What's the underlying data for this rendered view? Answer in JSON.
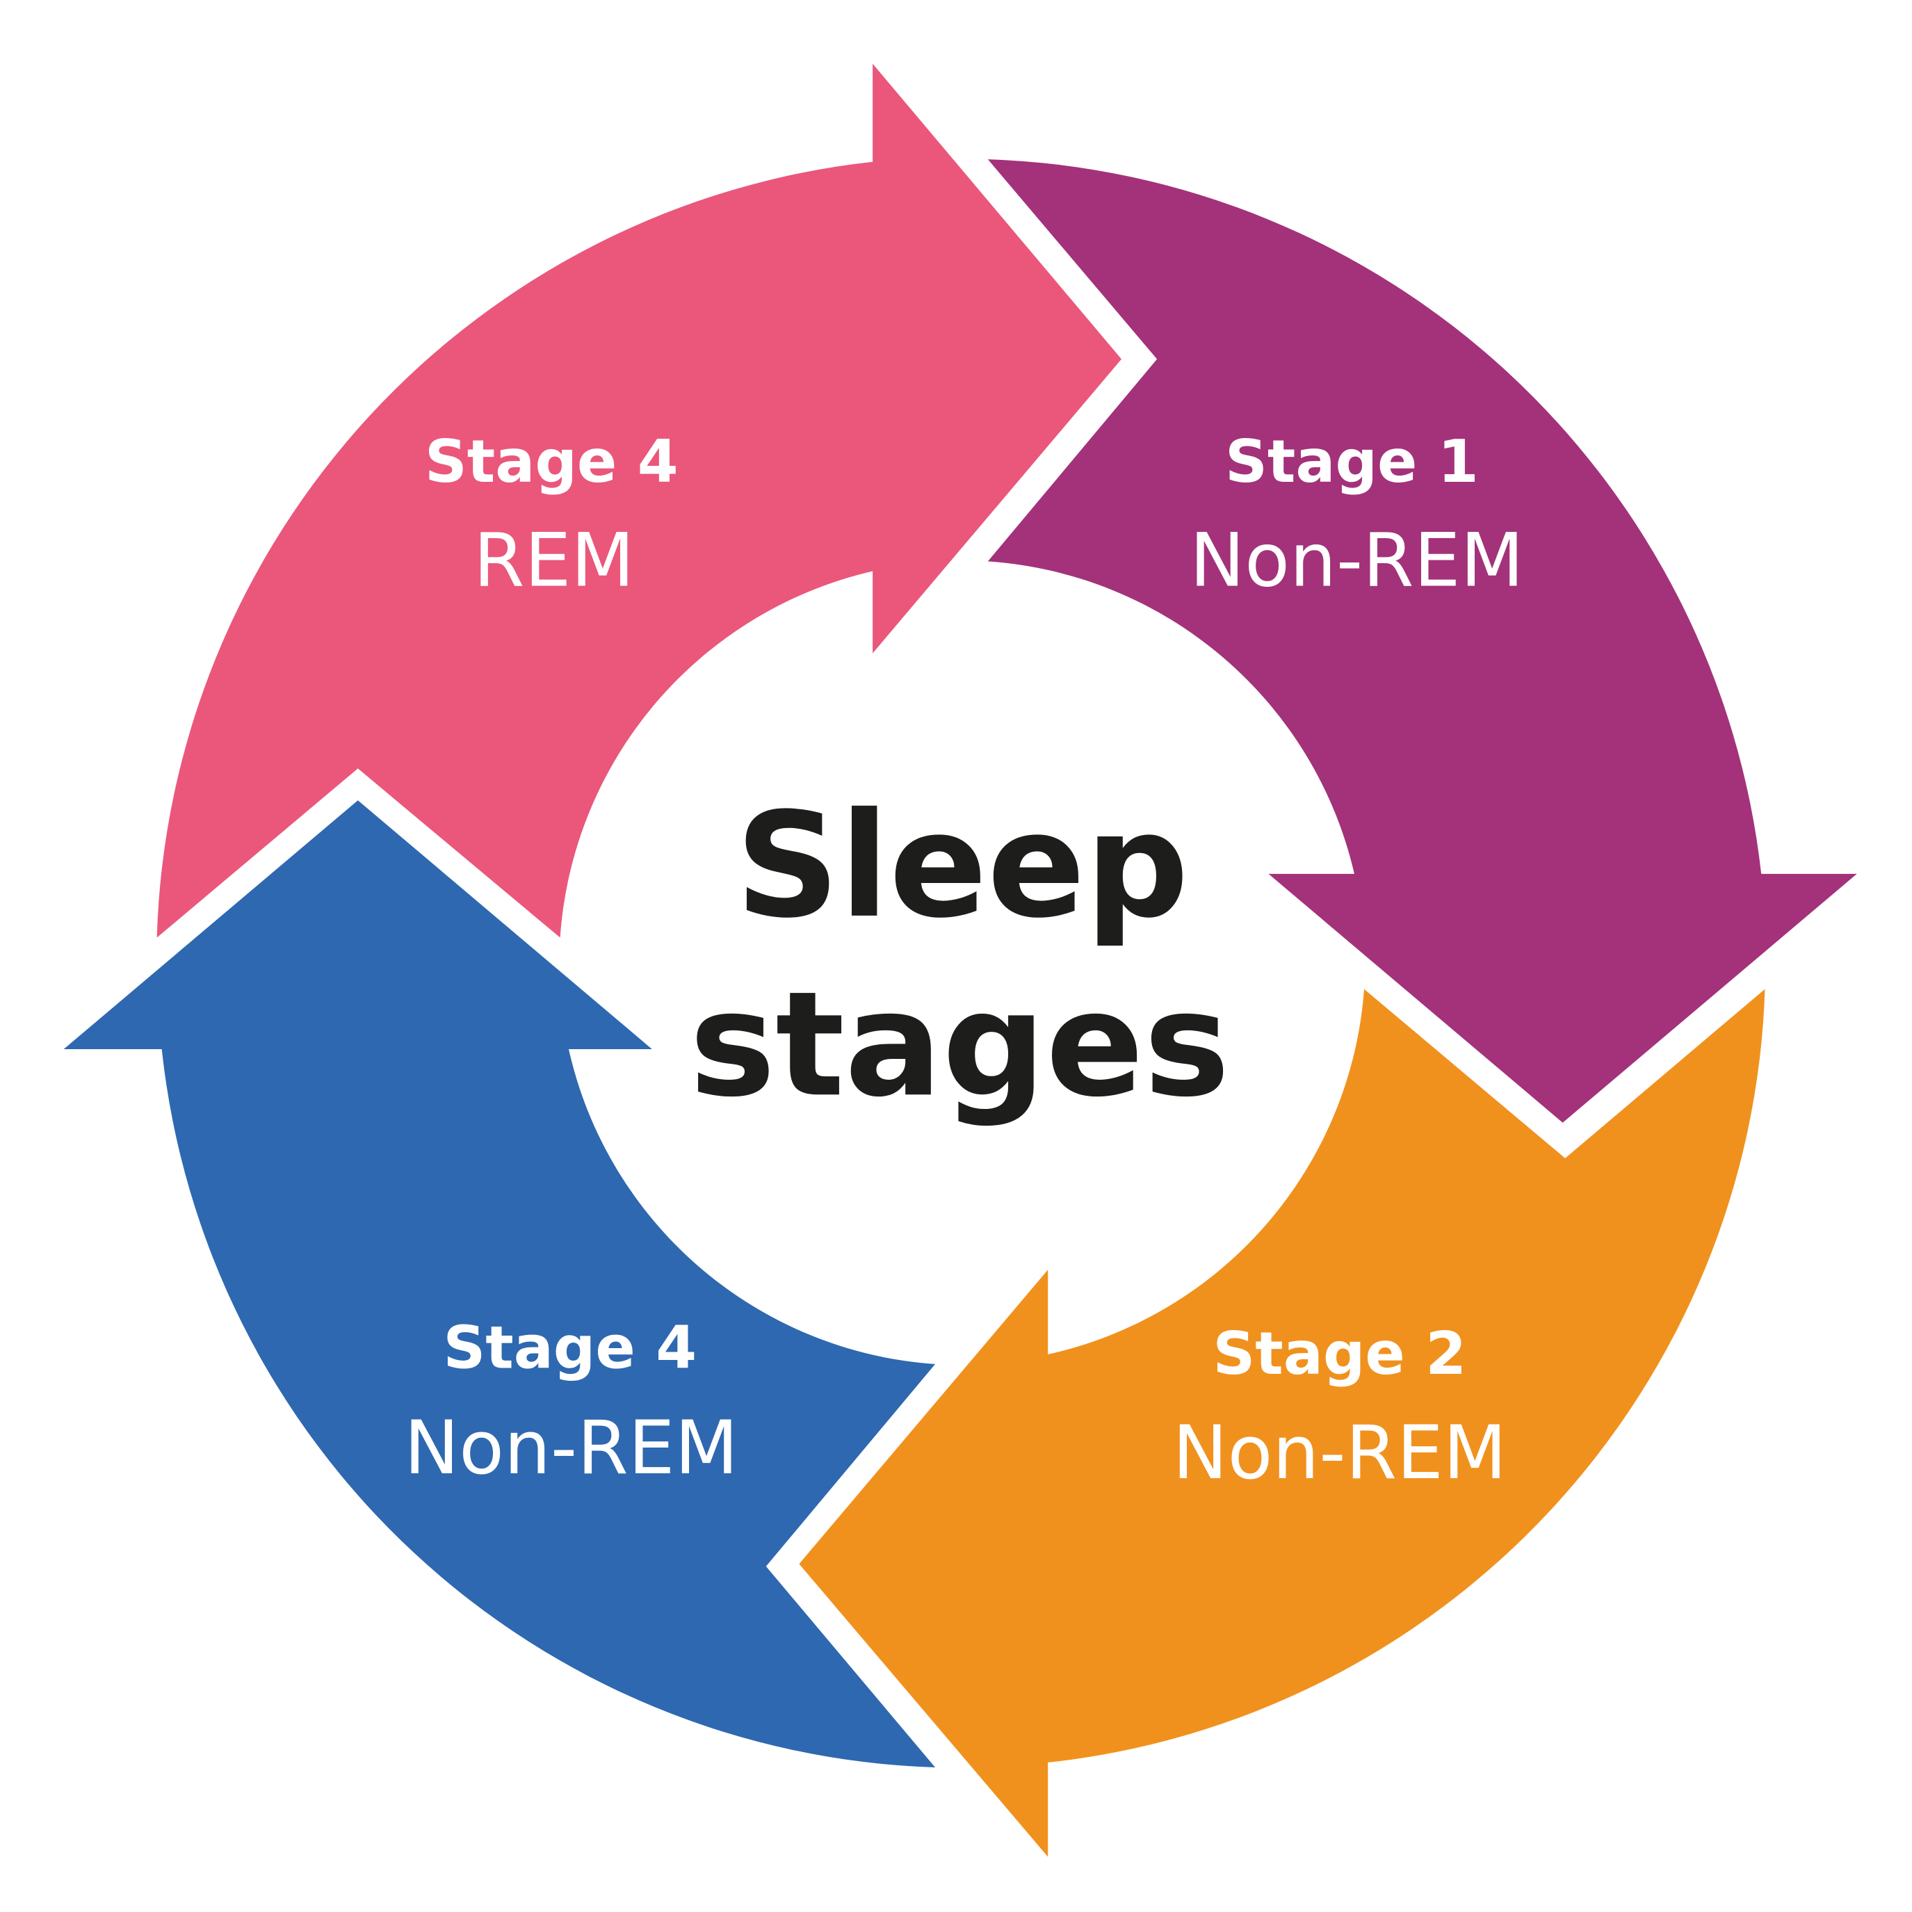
{
  "title": {
    "line1": "Sleep",
    "line2": "stages"
  },
  "segments": [
    {
      "id": "stage1",
      "stage": "Stage 1",
      "type": "Non-REM",
      "color": "#A3327A"
    },
    {
      "id": "stage2",
      "stage": "Stage 2",
      "type": "Non-REM",
      "color": "#F0911E"
    },
    {
      "id": "stage4-nonrem",
      "stage": "Stage 4",
      "type": "Non-REM",
      "color": "#2E68B0"
    },
    {
      "id": "stage4-rem",
      "stage": "Stage 4",
      "type": "REM",
      "color": "#EA577B"
    }
  ]
}
